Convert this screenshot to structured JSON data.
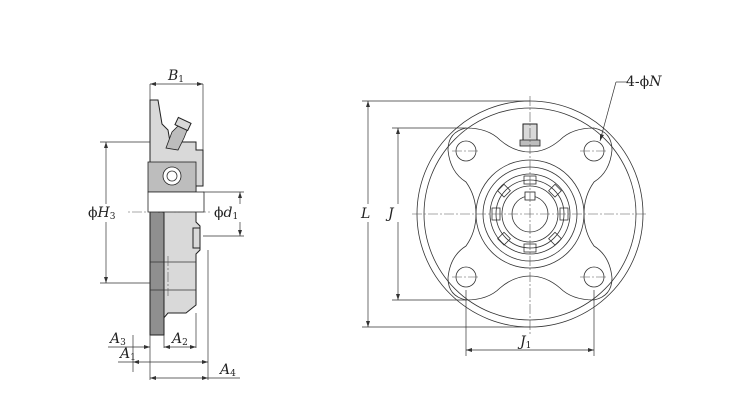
{
  "labels": {
    "B1": {
      "main": "B",
      "sub": "1"
    },
    "H3": {
      "prefix": "ϕ",
      "main": "H",
      "sub": "3"
    },
    "d1": {
      "prefix": "ϕ",
      "main": "d",
      "sub": "1"
    },
    "A3": {
      "main": "A",
      "sub": "3"
    },
    "A2": {
      "main": "A",
      "sub": "2"
    },
    "A1": {
      "main": "A",
      "sub": "1"
    },
    "A4": {
      "main": "A",
      "sub": "4"
    },
    "L": {
      "main": "L"
    },
    "J": {
      "main": "J"
    },
    "J1": {
      "main": "J",
      "sub": "1"
    },
    "N": {
      "prefix": "4-ϕ",
      "main": "N"
    }
  },
  "colors": {
    "line": "#333333",
    "housing": "#d9d9d9",
    "shaded": "#8f8f8f",
    "insert": "#bdbdbd"
  }
}
